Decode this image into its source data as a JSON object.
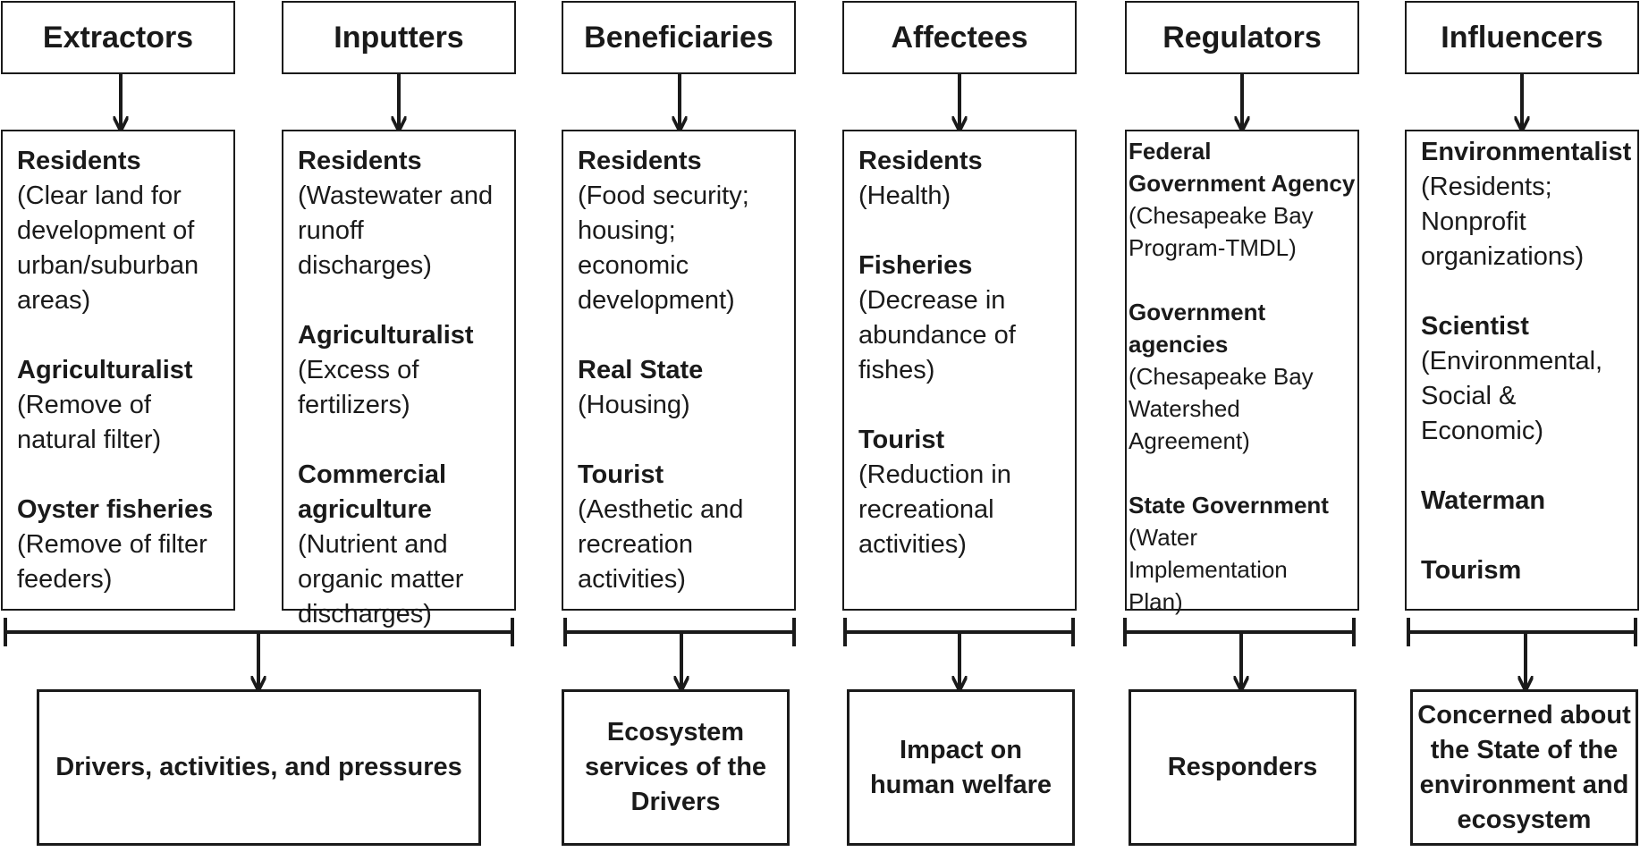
{
  "columns": [
    {
      "header": "Extractors",
      "entries": [
        {
          "name": "Residents",
          "desc": "(Clear land for\ndevelopment of\nurban/suburban\nareas)"
        },
        {
          "name": "Agriculturalist",
          "desc": "(Remove of\nnatural filter)"
        },
        {
          "name": "Oyster fisheries",
          "desc": "(Remove of filter\nfeeders)"
        }
      ]
    },
    {
      "header": "Inputters",
      "entries": [
        {
          "name": "Residents",
          "desc": "(Wastewater and\nrunoff discharges)"
        },
        {
          "name": "Agriculturalist",
          "desc": "(Excess of\nfertilizers)"
        },
        {
          "name": "Commercial\nagriculture",
          "desc": "(Nutrient and\norganic matter\ndischarges)"
        }
      ]
    },
    {
      "header": "Beneficiaries",
      "entries": [
        {
          "name": "Residents",
          "desc": "(Food security;\nhousing;\neconomic\ndevelopment)"
        },
        {
          "name": "Real State",
          "desc": "(Housing)"
        },
        {
          "name": "Tourist",
          "desc": "(Aesthetic and\nrecreation\nactivities)"
        }
      ]
    },
    {
      "header": "Affectees",
      "entries": [
        {
          "name": "Residents",
          "desc": "(Health)"
        },
        {
          "name": "Fisheries",
          "desc": "(Decrease in\nabundance of\nfishes)"
        },
        {
          "name": "Tourist",
          "desc": "(Reduction in\nrecreational\nactivities)"
        }
      ]
    },
    {
      "header": "Regulators",
      "entries": [
        {
          "name": "Federal\nGovernment Agency",
          "desc": "(Chesapeake Bay\nProgram-TMDL)"
        },
        {
          "name": "Government\nagencies",
          "desc": "(Chesapeake Bay\nWatershed\nAgreement)"
        },
        {
          "name": "State Government",
          "desc": "(Water\nImplementation\nPlan)"
        }
      ]
    },
    {
      "header": "Influencers",
      "entries": [
        {
          "name": "Environmentalist",
          "desc": "(Residents;\n Nonprofit\norganizations)"
        },
        {
          "name": "Scientist",
          "desc": "(Environmental,\nSocial &\nEconomic)"
        },
        {
          "name": "Waterman",
          "desc": ""
        },
        {
          "name": "Tourism",
          "desc": ""
        }
      ]
    }
  ],
  "outcomes": [
    "Drivers, activities, and pressures",
    "Ecosystem\nservices of the\nDrivers",
    "Impact on\nhuman welfare",
    "Responders",
    "Concerned about\nthe State of the\nenvironment and\necosystem"
  ]
}
